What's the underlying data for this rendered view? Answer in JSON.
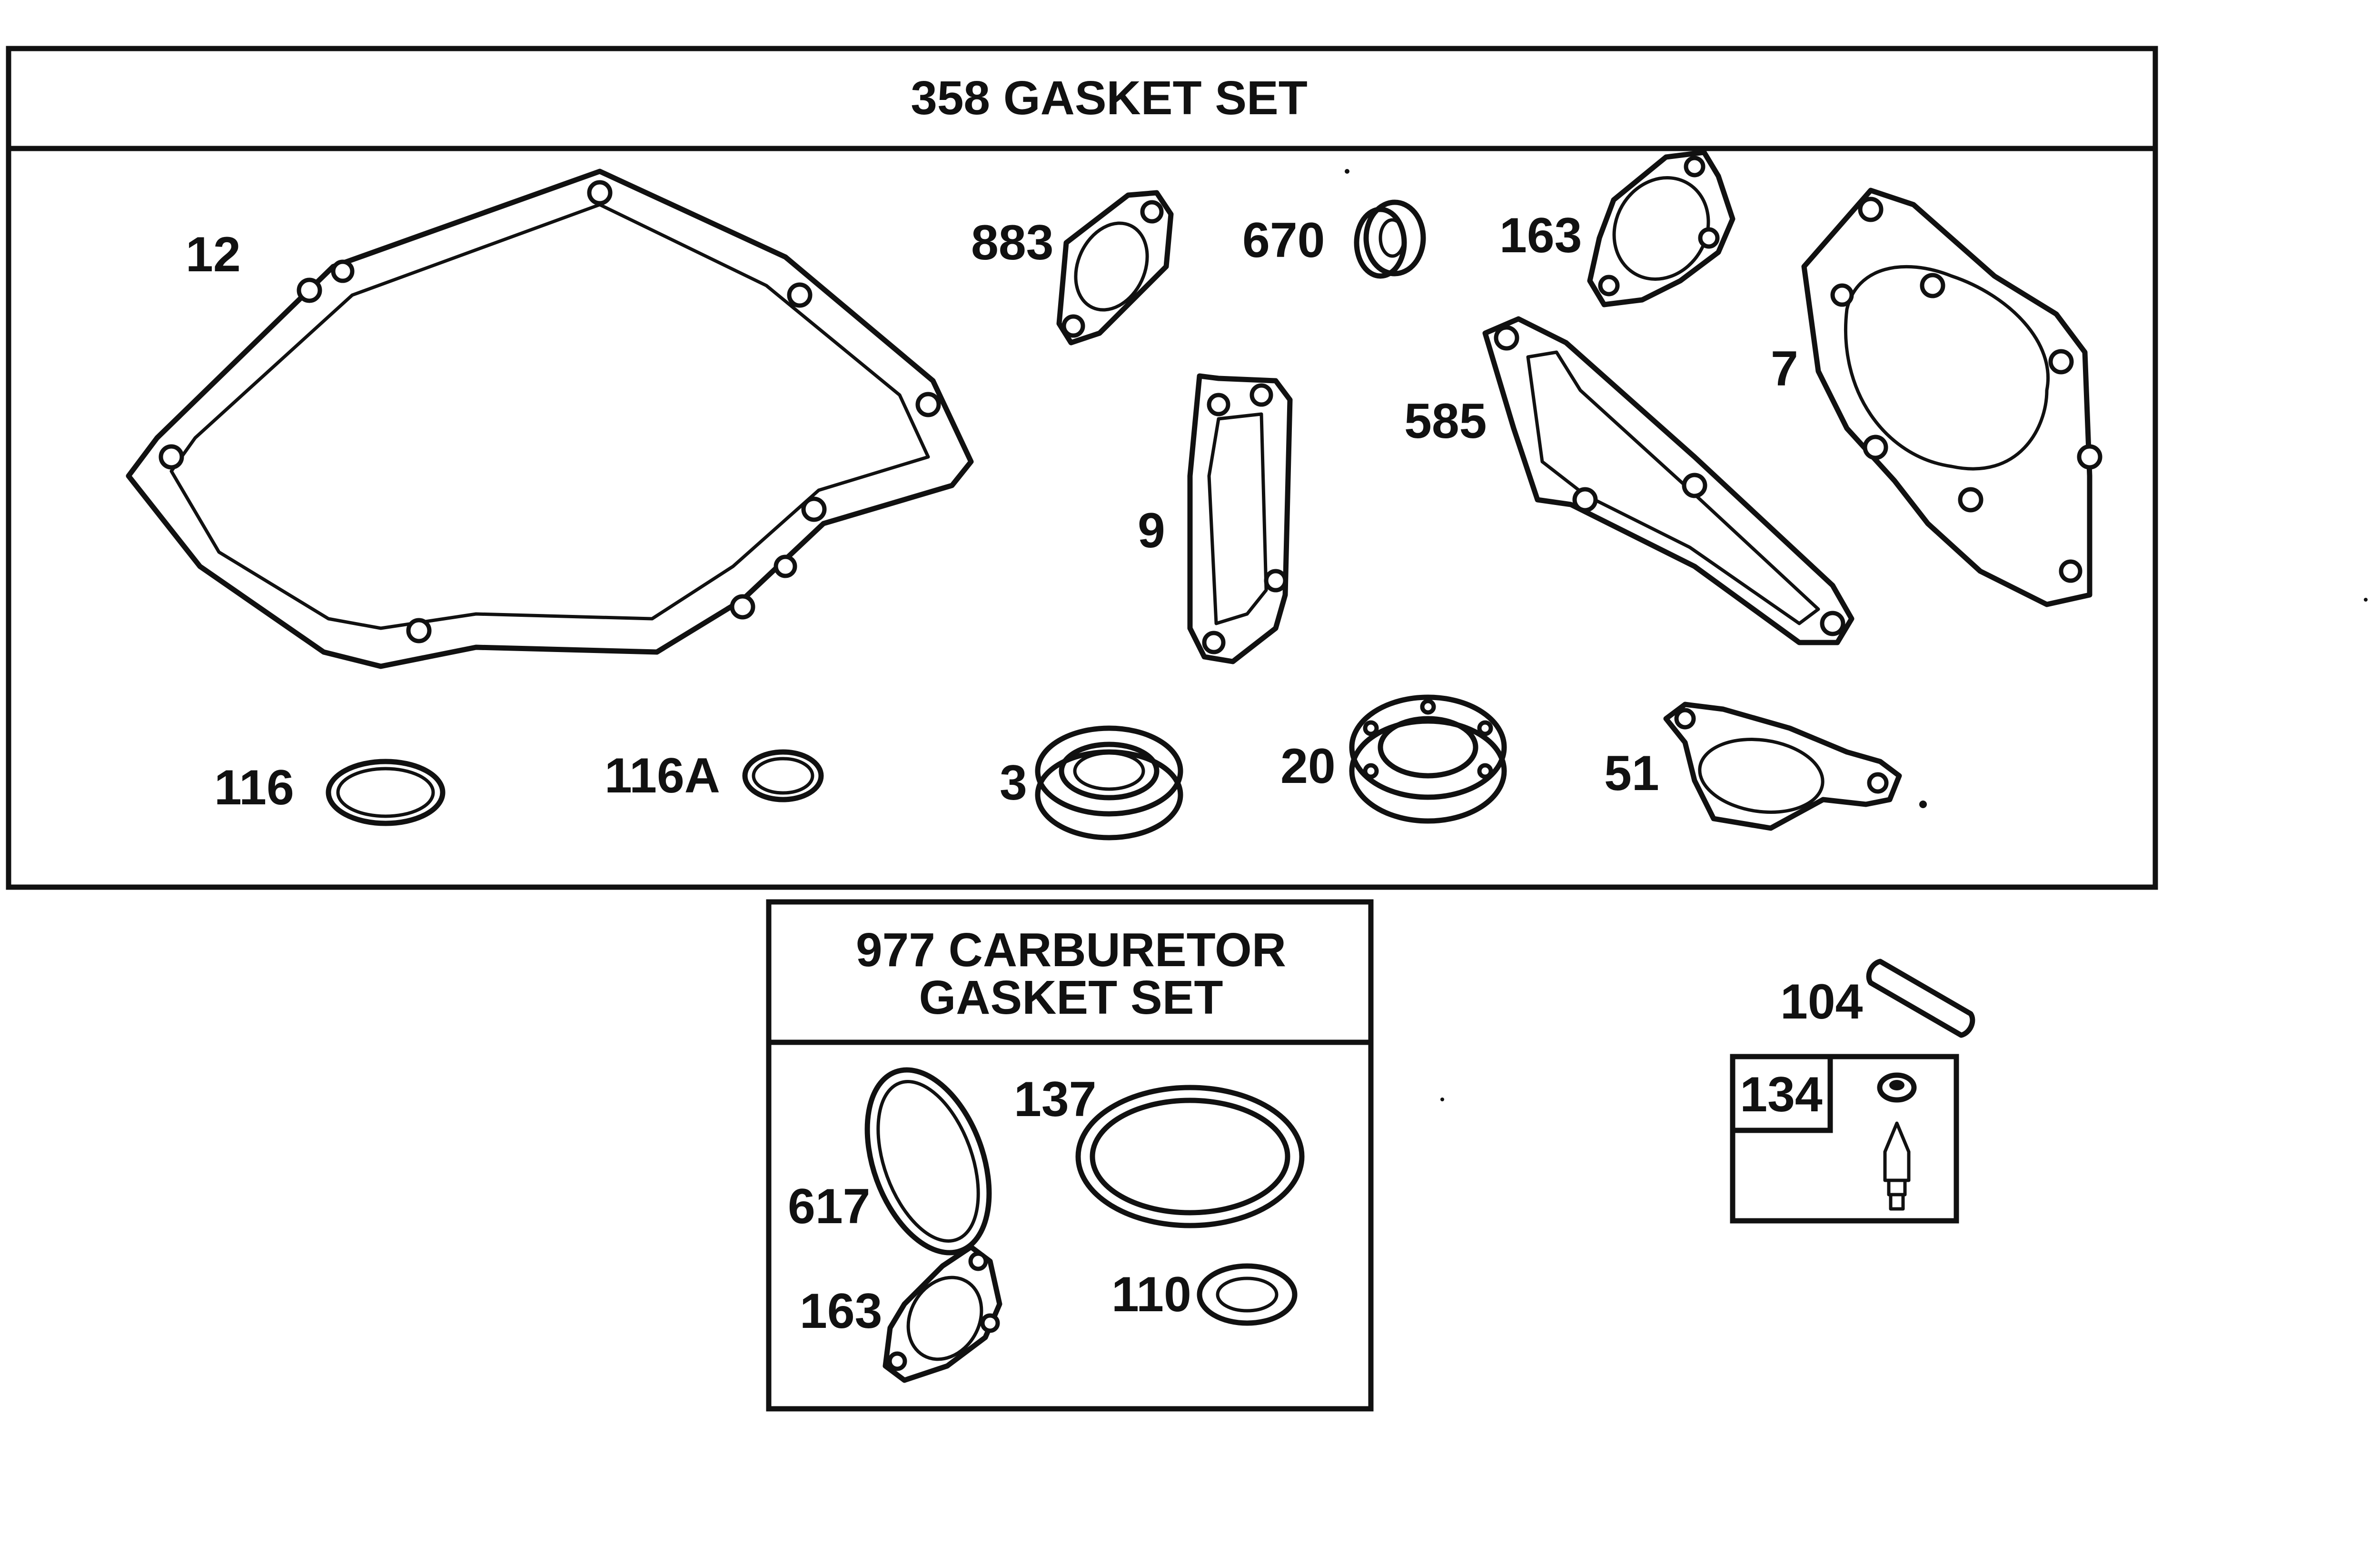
{
  "gasket_set": {
    "title": "358 GASKET SET",
    "parts": {
      "p12": "12",
      "p883": "883",
      "p670": "670",
      "p163": "163",
      "p7": "7",
      "p585": "585",
      "p9": "9",
      "p116": "116",
      "p116a": "116A",
      "p3": "3",
      "p20": "20",
      "p51": "51"
    }
  },
  "carburetor_set": {
    "title_line1": "977 CARBURETOR",
    "title_line2": "GASKET SET",
    "parts": {
      "p137": "137",
      "p617": "617",
      "p163": "163",
      "p110": "110"
    }
  },
  "extras": {
    "p104": "104",
    "p134": "134"
  }
}
